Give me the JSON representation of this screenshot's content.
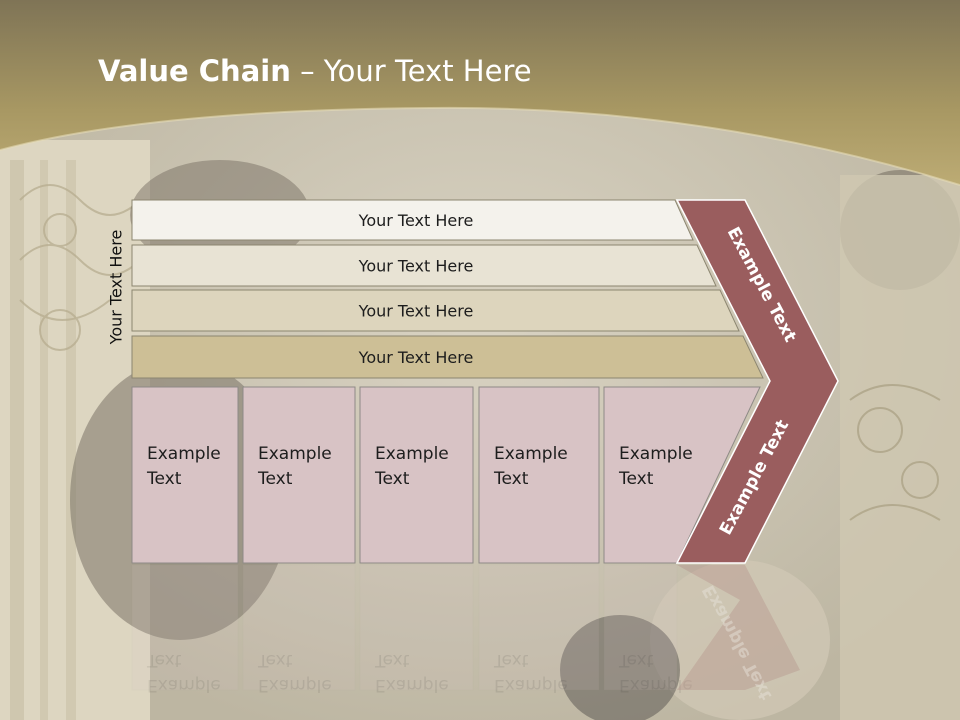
{
  "slide": {
    "title_bold": "Value Chain",
    "title_rest": " – Your Text Here",
    "vertical_label": "Your Text Here"
  },
  "bars": [
    {
      "label": "Your Text Here",
      "fill": "#f4f2ec"
    },
    {
      "label": "Your Text Here",
      "fill": "#e8e3d4"
    },
    {
      "label": "Your Text Here",
      "fill": "#ddd5bd"
    },
    {
      "label": "Your Text Here",
      "fill": "#cdbf96"
    }
  ],
  "cells": [
    {
      "line1": "Example",
      "line2": "Text"
    },
    {
      "line1": "Example",
      "line2": "Text"
    },
    {
      "line1": "Example",
      "line2": "Text"
    },
    {
      "line1": "Example",
      "line2": "Text"
    },
    {
      "line1": "Example",
      "line2": "Text"
    }
  ],
  "chevron": {
    "upper_label": "Example Text",
    "lower_label": "Example Text",
    "fill": "#9a5d5e"
  },
  "colors": {
    "header_band": "#a99a66",
    "cell_fill": "#d8c3c5"
  }
}
